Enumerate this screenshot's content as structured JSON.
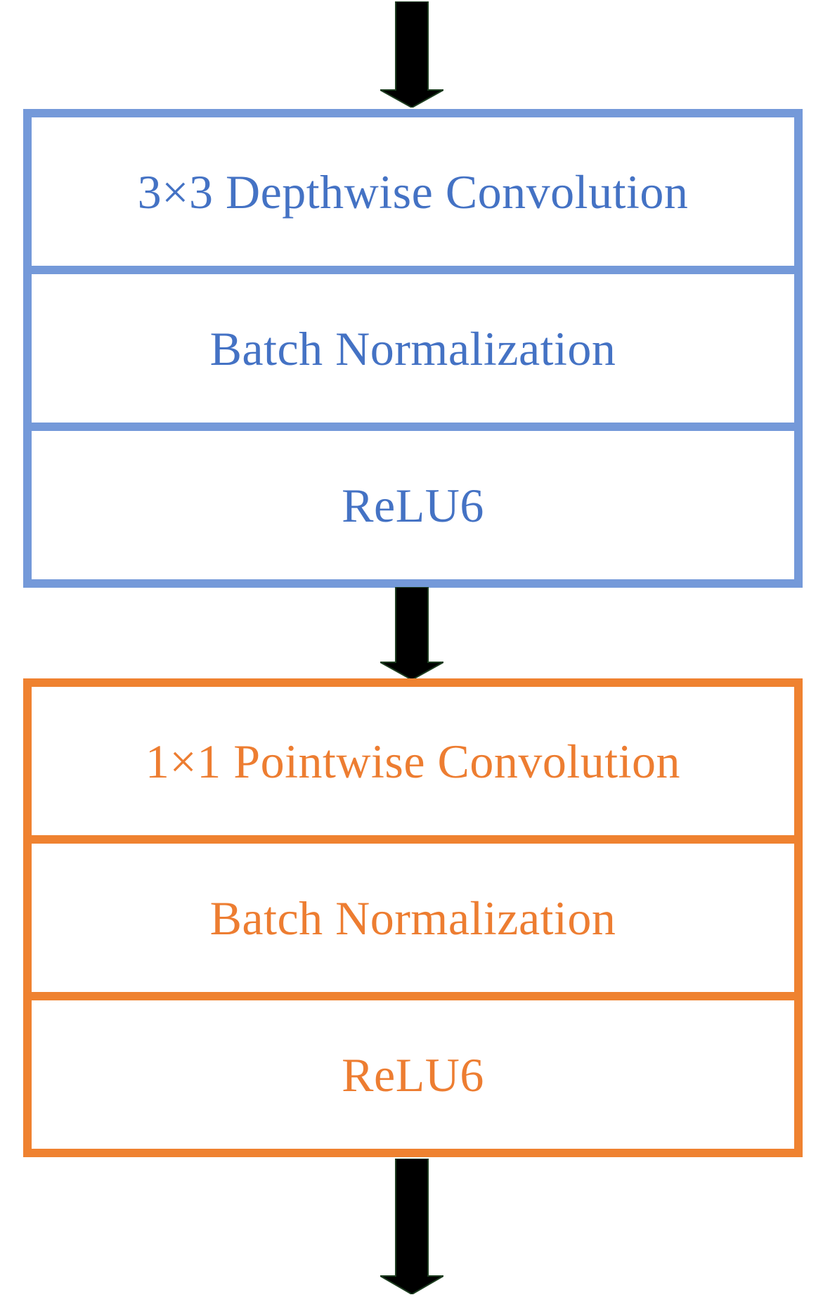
{
  "diagram": {
    "description": "Depthwise separable convolution block diagram",
    "blocks": [
      {
        "id": "depthwise-block",
        "color_role": "blue",
        "rows": [
          {
            "label": "3×3 Depthwise Convolution"
          },
          {
            "label": "Batch Normalization"
          },
          {
            "label": "ReLU6"
          }
        ]
      },
      {
        "id": "pointwise-block",
        "color_role": "orange",
        "rows": [
          {
            "label": "1×1 Pointwise Convolution"
          },
          {
            "label": "Batch Normalization"
          },
          {
            "label": "ReLU6"
          }
        ]
      }
    ],
    "arrows": [
      {
        "id": "input-arrow",
        "direction": "down"
      },
      {
        "id": "intermediate-arrow",
        "direction": "down"
      },
      {
        "id": "output-arrow",
        "direction": "down"
      }
    ]
  },
  "colors": {
    "background": "#FFFFFF",
    "blue_border": "#7499D9",
    "blue_text": "#4472C4",
    "orange_border": "#EF8230",
    "orange_text": "#ED7D31",
    "arrow_fill": "#000000",
    "arrow_outline": "#1D3D20"
  }
}
